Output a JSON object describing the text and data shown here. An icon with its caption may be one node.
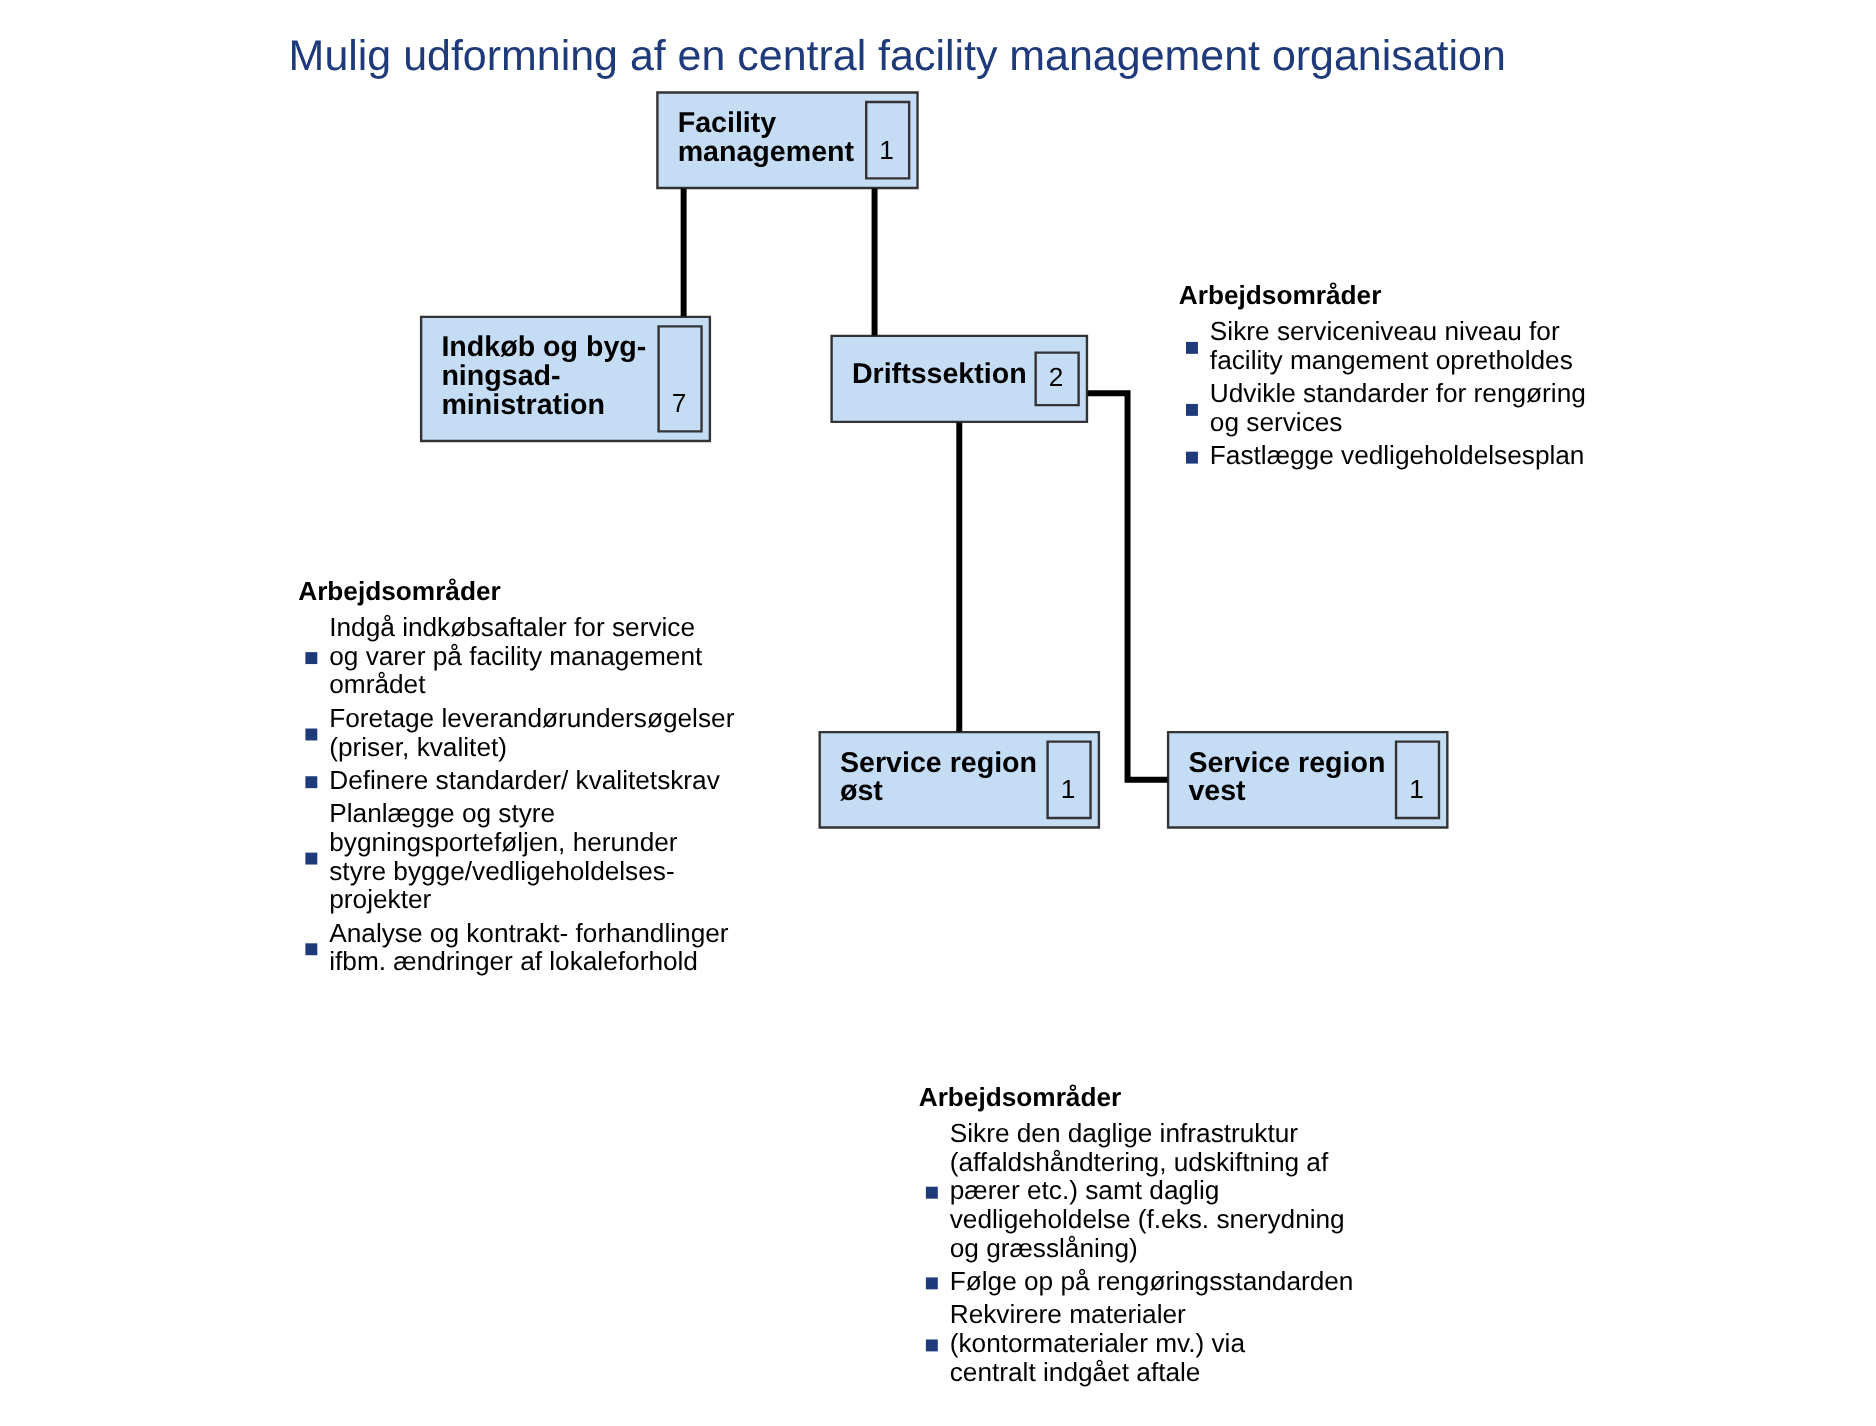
{
  "diagram": {
    "title": "Mulig udformning af en central facility management organisation",
    "nodes": [
      {
        "text": [
          "Facility management",
          "1"
        ]
      },
      {
        "text": [
          "Indkøb og byg- ningsad- ministration",
          "7"
        ],
        "beside": [
          "Arbejdsområder",
          "Indgå indkøbsaftaler for service og varer på facility management området",
          "Foretage leverandørundersøgelser (priser, kvalitet)",
          "Definere standarder/ kvalitetskrav",
          "Planlægge og styre bygningsporteføljen, herunder  styre bygge/vedligeholdelses- projekter",
          "Analyse og kontrakt- forhandlinger ifbm. ændringer af lokaleforhold"
        ]
      },
      {
        "text": [
          "Driftssektion",
          "2"
        ],
        "beside": [
          "Arbejdsområder",
          "Sikre serviceniveau niveau for facility mangement opretholdes",
          "Udvikle standarder for rengøring og services",
          "Fastlægge vedligeholdelsesplan"
        ]
      },
      {
        "text": [
          "Service region øst",
          "1"
        ]
      },
      {
        "text": [
          "Service region vest",
          "1"
        ]
      }
    ],
    "edges": [
      {
        "from": 0,
        "to": 1,
        "arrow": "none"
      },
      {
        "from": 0,
        "to": 2,
        "arrow": "none"
      },
      {
        "from": 2,
        "to": 3,
        "arrow": "none"
      },
      {
        "from": 2,
        "to": 4,
        "arrow": "none"
      }
    ],
    "labels": [
      "Arbejdsområder",
      "Sikre den daglige infrastruktur (affaldshåndtering, udskiftning af pærer etc.) samt daglig vedligeholdelse (f.eks. snerydning og græsslåning)",
      "Følge op på rengøringsstandarden",
      "Rekvirere materialer (kontormaterialer mv.) via centralt indgået aftale"
    ]
  }
}
